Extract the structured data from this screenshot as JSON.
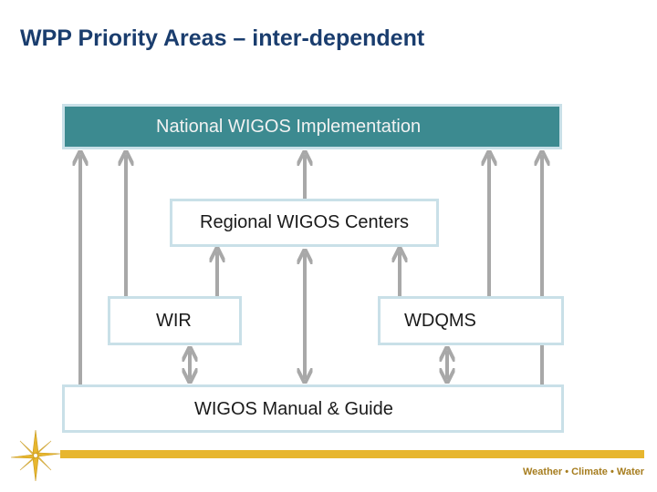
{
  "slide": {
    "title": "WPP Priority Areas – inter-dependent"
  },
  "diagram": {
    "national": "National WIGOS Implementation",
    "regional": "Regional WIGOS Centers",
    "wir": "WIR",
    "wdqms": "WDQMS",
    "manual": "WIGOS Manual & Guide"
  },
  "footer": {
    "tagline": "Weather • Climate • Water",
    "bar_color": "#e7b62e"
  },
  "colors": {
    "title": "#1a3d6e",
    "national_fill": "#3c8a90",
    "box_border": "#c9e0e8",
    "arrow": "#a8a8a8"
  },
  "icons": {
    "logo": "wmo-compass-star-icon"
  }
}
